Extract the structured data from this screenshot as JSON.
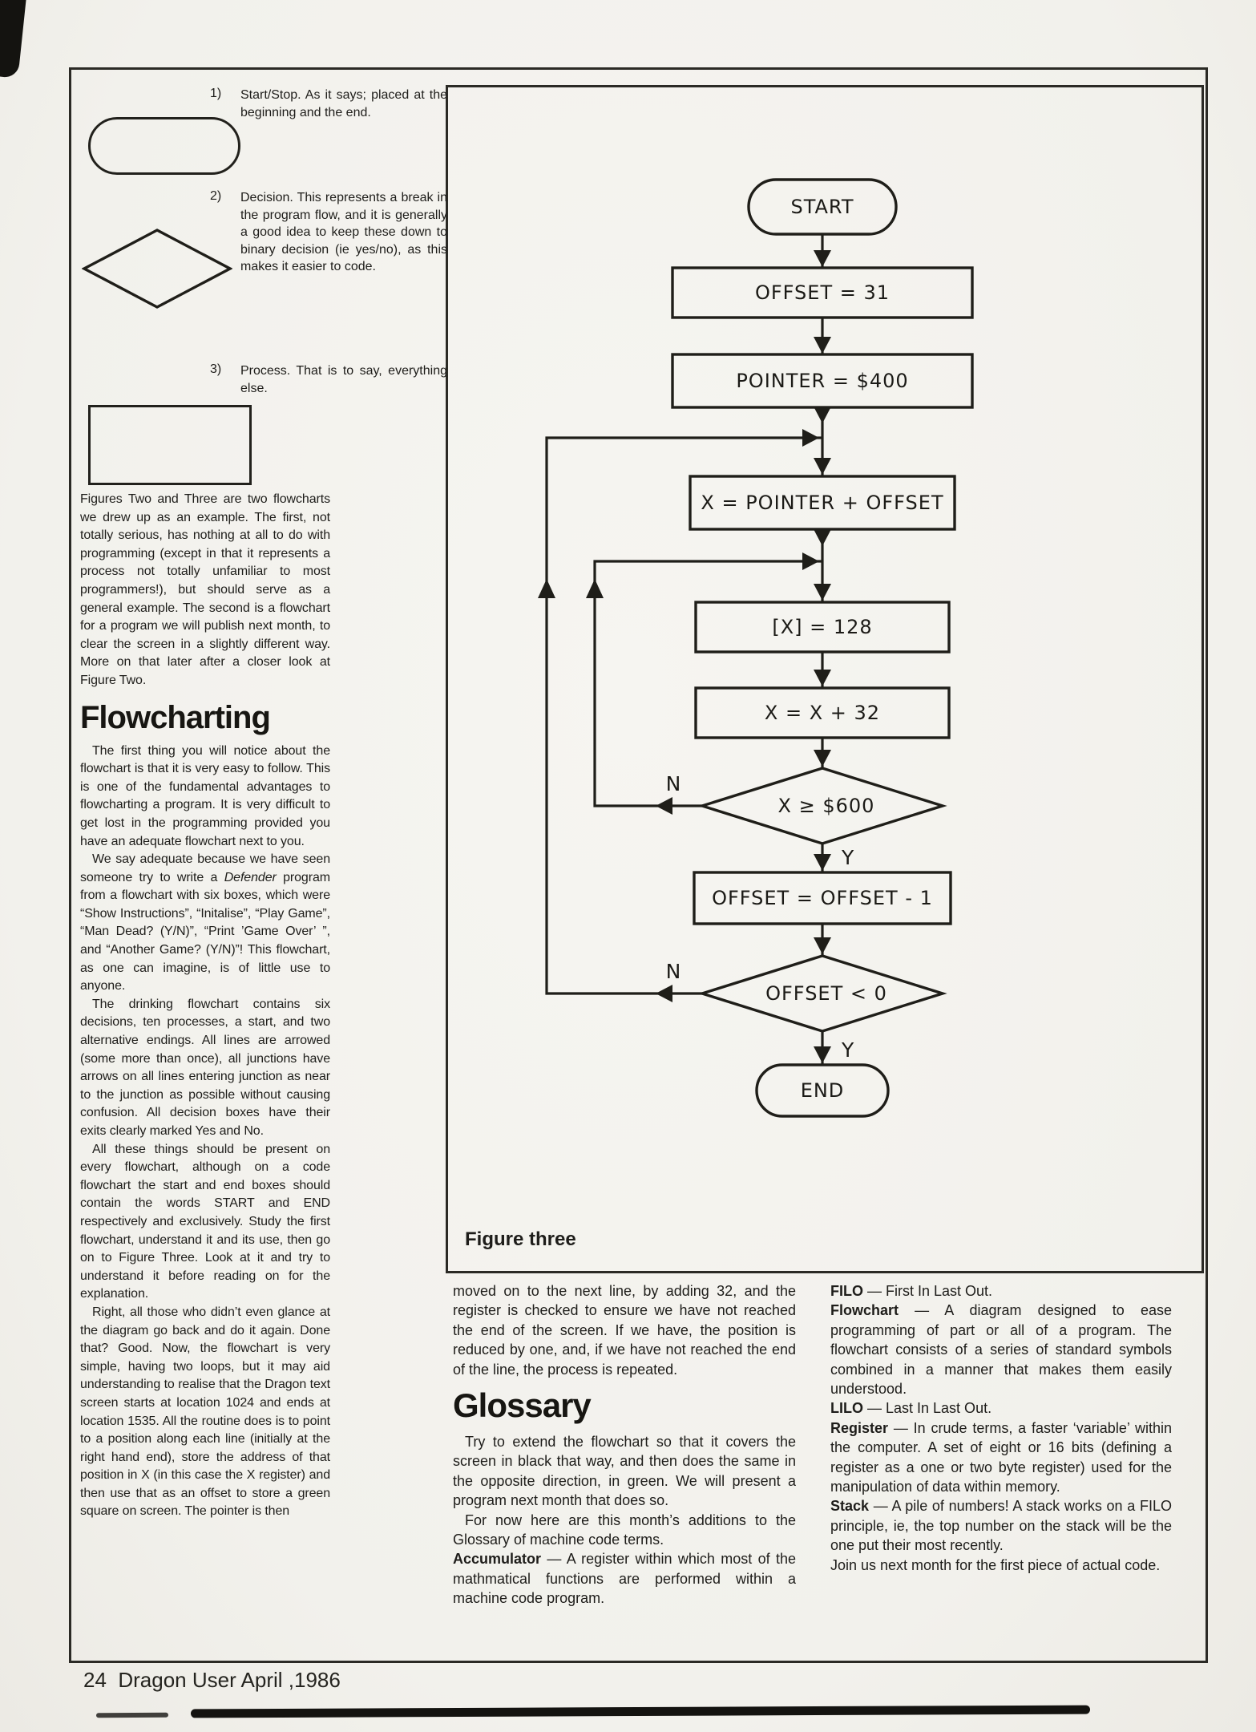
{
  "page": {
    "footer": "24  Dragon User April ,1986"
  },
  "symbol_list": {
    "items": [
      {
        "num": "1)",
        "text": "Start/Stop. As it says; placed at the beginning and the end."
      },
      {
        "num": "2)",
        "text": "Decision. This represents a break in the program flow, and it is generally a good idea to keep these down to binary decision (ie yes/no), as this makes it easier to code."
      },
      {
        "num": "3)",
        "text": "Process. That is to say, everything else."
      }
    ]
  },
  "article": {
    "intro": "Figures Two and Three are two flowcharts we drew up as an example. The first, not totally serious, has nothing at all to do with programming (except in that it represents a process not totally unfamiliar to most programmers!), but should serve as a general example. The second is a flowchart for a program we will publish next month, to clear the screen in a slightly different way. More on that later after a closer look at Figure Two.",
    "heading": "Flowcharting",
    "p1": "The first thing you will notice about the flowchart is that it is very easy to follow. This is one of the fundamental advantages to flowcharting a program. It is very difficult to get lost in the programming provided you have an adequate flowchart next to you.",
    "p2a": "We say adequate because we have seen someone try to write a ",
    "p2_italic": "Defender",
    "p2b": " program from a flowchart with six boxes, which were “Show Instructions”, “Initalise”, “Play Game”, “Man Dead? (Y/N)”, “Print ’Game Over’ ”, and “Another Game? (Y/N)”! This flowchart, as one can imagine, is of little use to anyone.",
    "p3": "The drinking flowchart contains six decisions, ten processes, a start, and two alternative endings. All lines are arrowed (some more than once), all junctions have arrows on all lines entering junction as near to the junction as possible without causing confusion. All decision boxes have their exits clearly marked Yes and No.",
    "p4": "All these things should be present on every flowchart, although on a code flowchart the start and end boxes should contain the words START and END respectively and exclusively. Study the first flowchart, understand it and its use, then go on to Figure Three. Look at it and try to understand it before reading on for the explanation.",
    "p5": "Right, all those who didn’t even glance at the diagram go back and do it again. Done that? Good. Now, the flowchart is very simple, having two loops, but it may aid understanding to realise that the Dragon text screen starts at location 1024 and ends at location 1535. All the routine does is to point to a position along each line (initially at the right hand end), store the address of that position in X (in this case the X register) and then use that as an offset to store a green square on screen. The pointer is then"
  },
  "bottom": {
    "col2_p1": "moved on to the next line, by adding 32, and the register is checked to ensure we have not reached the end of the screen. If we have, the position is reduced by one, and, if we have not reached the end of the line, the process is repeated.",
    "heading": "Glossary",
    "col2_p2": "Try to extend the flowchart so that it covers the screen in black that way, and then does the same in the opposite direction, in green. We will present a program next month that does so.",
    "col2_p3": "For now here are this month’s additions to the Glossary of machine code terms.",
    "accumulator_term": "Accumulator",
    "accumulator_def": " — A register within which most of the mathmatical functions are performed within a machine code program.",
    "col3": [
      {
        "term": "FILO",
        "def": " — First In Last Out."
      },
      {
        "term": "Flowchart",
        "def": " — A diagram designed to ease programming of part or all of a program. The flowchart consists of a series of standard symbols combined in a manner that makes them easily understood."
      },
      {
        "term": "LILO",
        "def": " — Last In Last Out."
      },
      {
        "term": "Register",
        "def": " — In crude terms, a faster ‘variable’ within the computer. A set of eight or 16 bits (defining a register as a one or two byte register) used for the manipulation of data within memory."
      },
      {
        "term": "Stack",
        "def": " — A pile of numbers! A stack works on a FILO principle, ie, the top number on the stack will be the one put their most recently."
      }
    ],
    "closing": "Join us next month for the first piece of actual code."
  },
  "flowchart": {
    "caption": "Figure three",
    "nodes": {
      "start": "START",
      "offset31": "OFFSET = 31",
      "pointer400": "POINTER = $400",
      "x_pointer_offset": "X = POINTER + OFFSET",
      "x_128": "[X] = 128",
      "x_plus_32": "X = X + 32",
      "decision_x600": "X ≥ $600",
      "offset_dec": "OFFSET = OFFSET - 1",
      "decision_offset0": "OFFSET < 0",
      "end": "END"
    },
    "branches": {
      "d1_no": "N",
      "d1_yes": "Y",
      "d2_no": "N",
      "d2_yes": "Y"
    }
  }
}
